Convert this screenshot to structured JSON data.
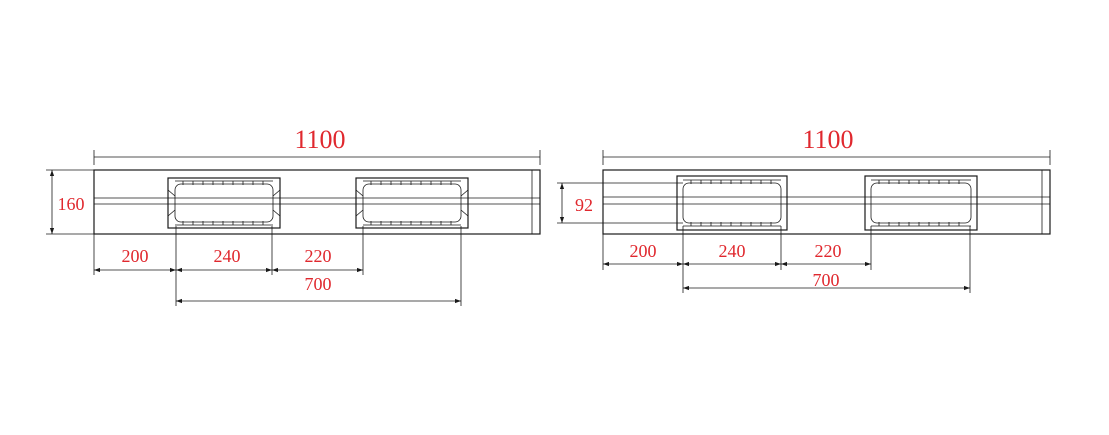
{
  "colors": {
    "dimension_text": "#e0282e",
    "linework": "#1a1a1a",
    "background": "#ffffff"
  },
  "views": [
    {
      "total_length": "1100",
      "height": "160",
      "segments": [
        "200",
        "240",
        "220"
      ],
      "span": "700"
    },
    {
      "total_length": "1100",
      "opening_height": "92",
      "segments": [
        "200",
        "240",
        "220"
      ],
      "span": "700"
    }
  ]
}
